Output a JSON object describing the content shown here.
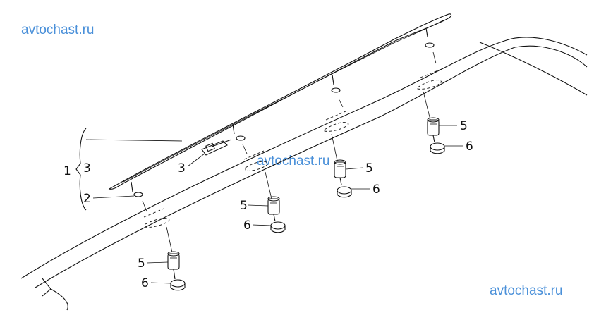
{
  "watermarks": [
    "avtochast.ru",
    "avtochast.ru",
    "avtochast.ru"
  ],
  "callouts": {
    "group": "1",
    "rail": "3",
    "clip": "3",
    "washer": "2",
    "part5": "5",
    "part6": "6"
  }
}
